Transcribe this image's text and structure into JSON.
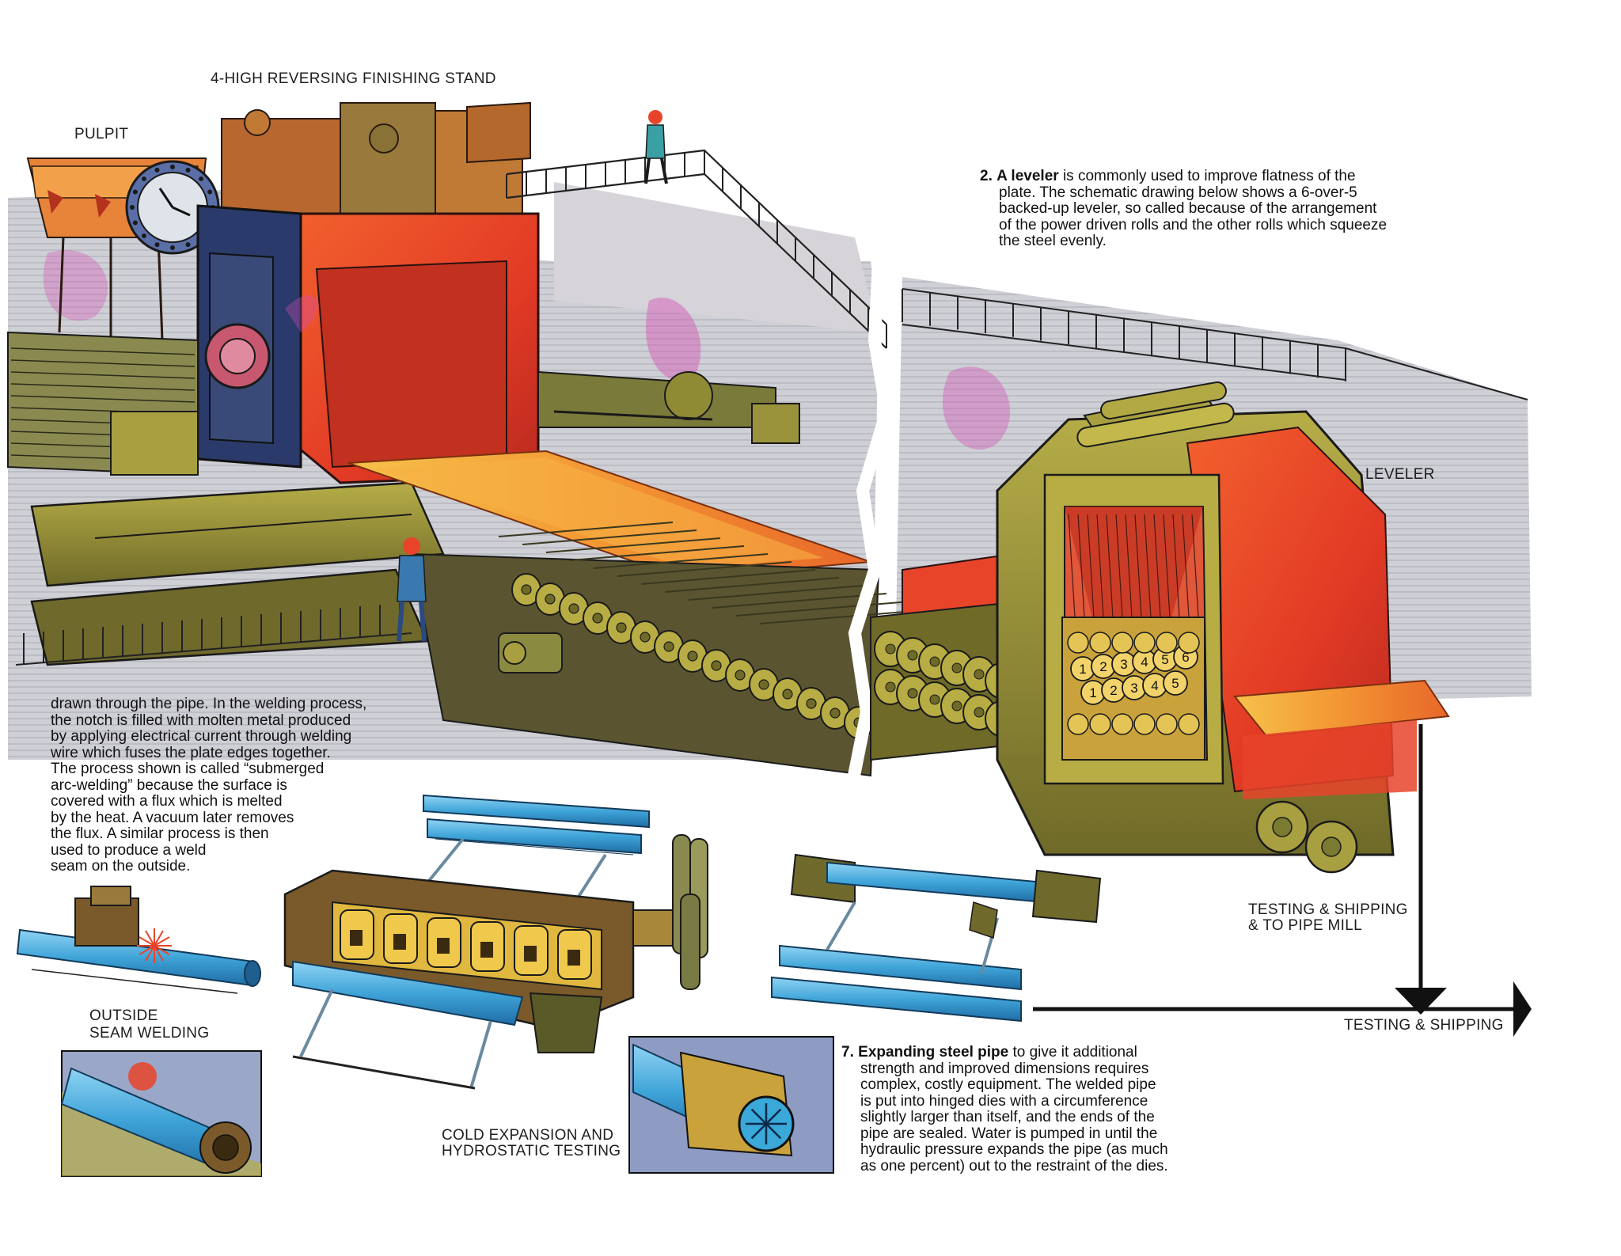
{
  "labels": {
    "pulpit": "PULPIT",
    "finishing_stand": "4-HIGH REVERSING FINISHING STAND",
    "leveler": "LEVELER",
    "outside_welding": [
      "OUTSIDE",
      "SEAM WELDING"
    ],
    "cold_expansion": [
      "COLD EXPANSION AND",
      "HYDROSTATIC TESTING"
    ],
    "testing_pipe_mill": [
      "TESTING & SHIPPING",
      "& TO PIPE MILL"
    ],
    "testing_shipping": "TESTING & SHIPPING"
  },
  "leveler_note": {
    "number": "2.",
    "bold": "A leveler",
    "lines": [
      "is commonly used to improve flatness of the",
      "plate. The schematic drawing below shows a 6-over-5",
      "backed-up leveler, so called because of the arrangement",
      "of the power driven rolls and the other rolls which squeeze",
      "the steel evenly."
    ]
  },
  "welding_note": {
    "lines": [
      "drawn through the pipe. In the welding process,",
      "the notch is filled with molten metal produced",
      "by applying electrical current through welding",
      "wire which fuses the plate edges together.",
      "The process shown is called “submerged",
      "arc-welding” because the surface is",
      "covered with a flux which is melted",
      "by the heat. A vacuum later removes",
      "the flux. A similar process is then",
      "used to produce a weld",
      "seam on the outside."
    ]
  },
  "expanding_note": {
    "number": "7.",
    "bold": "Expanding steel pipe",
    "lines": [
      "to give it additional",
      "strength and improved dimensions requires",
      "complex, costly equipment. The welded pipe",
      "is put into hinged dies with a circumference",
      "slightly larger than itself, and the ends of the",
      "pipe are sealed. Water is pumped in until the",
      "hydraulic pressure expands the pipe (as much",
      "as one percent) out to the restraint of the dies."
    ]
  },
  "roll_numbers": {
    "upper": [
      "1",
      "2",
      "3",
      "4",
      "5",
      "6"
    ],
    "lower": [
      "1",
      "2",
      "3",
      "4",
      "5"
    ]
  },
  "colors": {
    "hot_steel": "#e8442a",
    "plate": "#f08a2a",
    "olive_machinery": "#8f8a34",
    "pipe": "#3fa4d8",
    "wall": "#c9c9cf",
    "magenta_glow": "#d34fb4"
  }
}
